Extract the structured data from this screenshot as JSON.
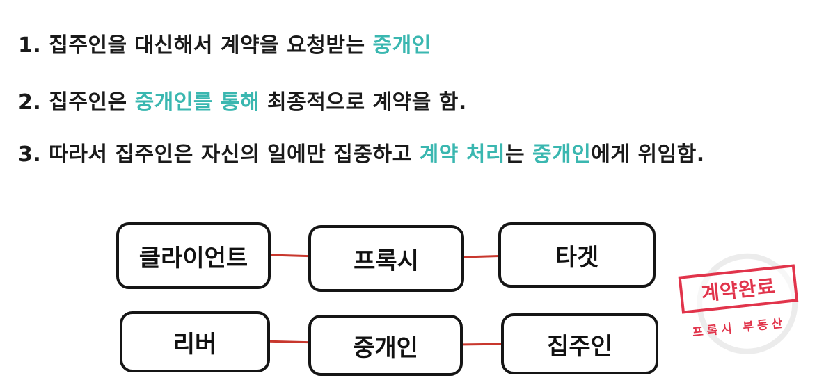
{
  "lines": [
    [
      {
        "text": "1. 집주인을 대신해서 계약을 요청받는 ",
        "highlight": false
      },
      {
        "text": "중개인",
        "highlight": true
      }
    ],
    [
      {
        "text": "2. 집주인은 ",
        "highlight": false
      },
      {
        "text": "중개인를 통해",
        "highlight": true
      },
      {
        "text": " 최종적으로 계약을 함.",
        "highlight": false
      }
    ],
    [
      {
        "text": "3. 따라서 집주인은 자신의 일에만 집중하고 ",
        "highlight": false
      },
      {
        "text": "계약 처리",
        "highlight": true
      },
      {
        "text": "는 ",
        "highlight": false
      },
      {
        "text": "중개인",
        "highlight": true
      },
      {
        "text": "에게 위임함.",
        "highlight": false
      }
    ]
  ],
  "diagram": {
    "row1": [
      "클라이언트",
      "프록시",
      "타겟"
    ],
    "row2": [
      "리버",
      "중개인",
      "집주인"
    ]
  },
  "stamp": {
    "main": "계약완료",
    "sub": "프록시 부동산"
  },
  "colors": {
    "highlight": "#3ab7b0",
    "arrow": "#c8372d",
    "stamp": "#e1344b"
  }
}
